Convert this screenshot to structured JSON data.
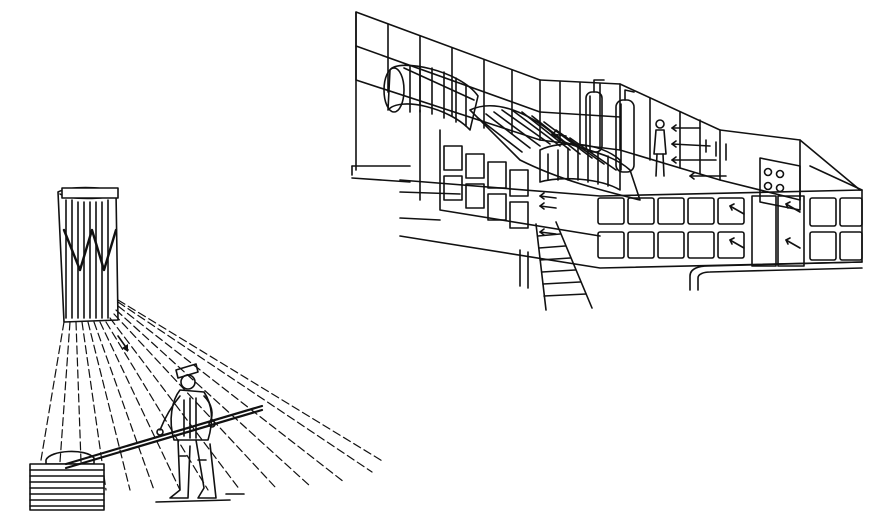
{
  "figure": {
    "panels": [
      {
        "id": "industrial-hall",
        "icon": "turbine-hall-illustration"
      },
      {
        "id": "worker-air-shower",
        "icon": "air-shower-worker-illustration"
      }
    ]
  },
  "colors": {
    "ink": "#111111",
    "paper": "#ffffff"
  }
}
